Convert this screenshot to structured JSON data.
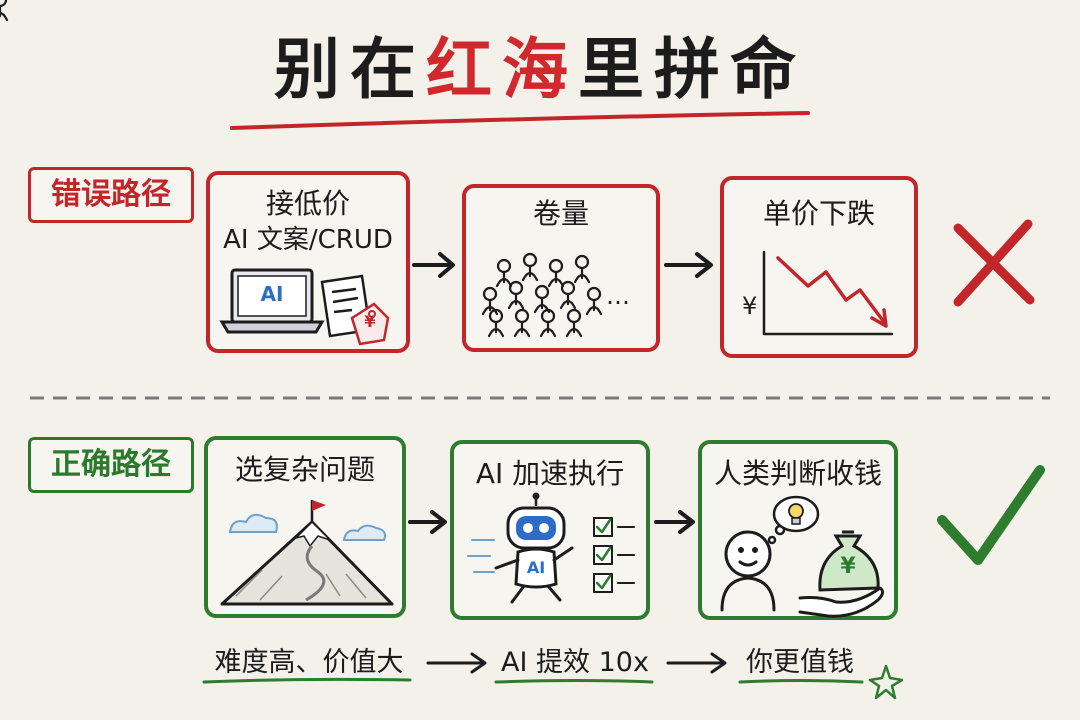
{
  "title": {
    "part1": "别在",
    "part2": "红海",
    "part3": "里拼命"
  },
  "wrong_path": {
    "label": "错误路径",
    "steps": [
      {
        "line1": "接低价",
        "line2": "AI 文案/CRUD",
        "laptop_text": "AI",
        "price_tag": "¥"
      },
      {
        "line1": "卷量",
        "ellipsis": "…"
      },
      {
        "line1": "单价下跌",
        "axis_symbol": "¥"
      }
    ]
  },
  "right_path": {
    "label": "正确路径",
    "steps": [
      {
        "line1": "选复杂问题"
      },
      {
        "line1": "AI 加速执行",
        "robot_text": "AI"
      },
      {
        "line1": "人类判断收钱",
        "bag_symbol": "¥"
      }
    ]
  },
  "bottom_flow": [
    "难度高、价值大",
    "AI 提效 10x",
    "你更值钱"
  ],
  "colors": {
    "red": "#c3262a",
    "green": "#2e7d2e",
    "paper": "#f3f1ea",
    "ink": "#1c1c1c"
  }
}
